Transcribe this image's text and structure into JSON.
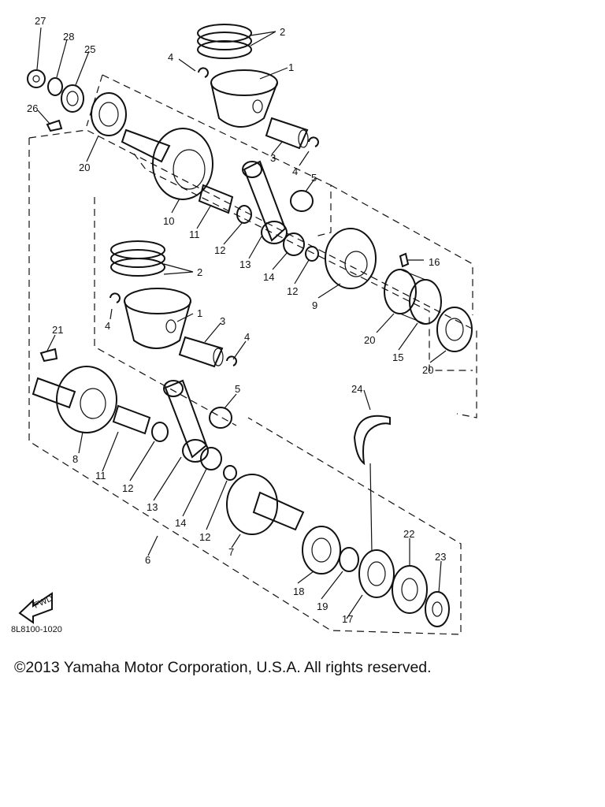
{
  "diagram": {
    "labels": [
      {
        "id": "27a",
        "text": "27"
      },
      {
        "id": "28a",
        "text": "28"
      },
      {
        "id": "25a",
        "text": "25"
      },
      {
        "id": "26a",
        "text": "26"
      },
      {
        "id": "20a",
        "text": "20"
      },
      {
        "id": "2a",
        "text": "2"
      },
      {
        "id": "4a",
        "text": "4"
      },
      {
        "id": "1a",
        "text": "1"
      },
      {
        "id": "3a",
        "text": "3"
      },
      {
        "id": "4b",
        "text": "4"
      },
      {
        "id": "5a",
        "text": "5"
      },
      {
        "id": "10a",
        "text": "10"
      },
      {
        "id": "11a",
        "text": "11"
      },
      {
        "id": "12a",
        "text": "12"
      },
      {
        "id": "13a",
        "text": "13"
      },
      {
        "id": "14a",
        "text": "14"
      },
      {
        "id": "12b",
        "text": "12"
      },
      {
        "id": "9a",
        "text": "9"
      },
      {
        "id": "16a",
        "text": "16"
      },
      {
        "id": "20b",
        "text": "20"
      },
      {
        "id": "15a",
        "text": "15"
      },
      {
        "id": "20c",
        "text": "20"
      },
      {
        "id": "2b",
        "text": "2"
      },
      {
        "id": "1b",
        "text": "1"
      },
      {
        "id": "4c",
        "text": "4"
      },
      {
        "id": "3b",
        "text": "3"
      },
      {
        "id": "4d",
        "text": "4"
      },
      {
        "id": "21a",
        "text": "21"
      },
      {
        "id": "5b",
        "text": "5"
      },
      {
        "id": "8a",
        "text": "8"
      },
      {
        "id": "11b",
        "text": "11"
      },
      {
        "id": "12c",
        "text": "12"
      },
      {
        "id": "13b",
        "text": "13"
      },
      {
        "id": "14b",
        "text": "14"
      },
      {
        "id": "12d",
        "text": "12"
      },
      {
        "id": "6a",
        "text": "6"
      },
      {
        "id": "7a",
        "text": "7"
      },
      {
        "id": "24a",
        "text": "24"
      },
      {
        "id": "22a",
        "text": "22"
      },
      {
        "id": "23a",
        "text": "23"
      },
      {
        "id": "18a",
        "text": "18"
      },
      {
        "id": "19a",
        "text": "19"
      },
      {
        "id": "17a",
        "text": "17"
      }
    ],
    "fwd_text": "FWD",
    "diagram_code": "8L8100-1020"
  },
  "footer": {
    "copyright": "©2013 Yamaha Motor Corporation, U.S.A. All rights reserved."
  }
}
